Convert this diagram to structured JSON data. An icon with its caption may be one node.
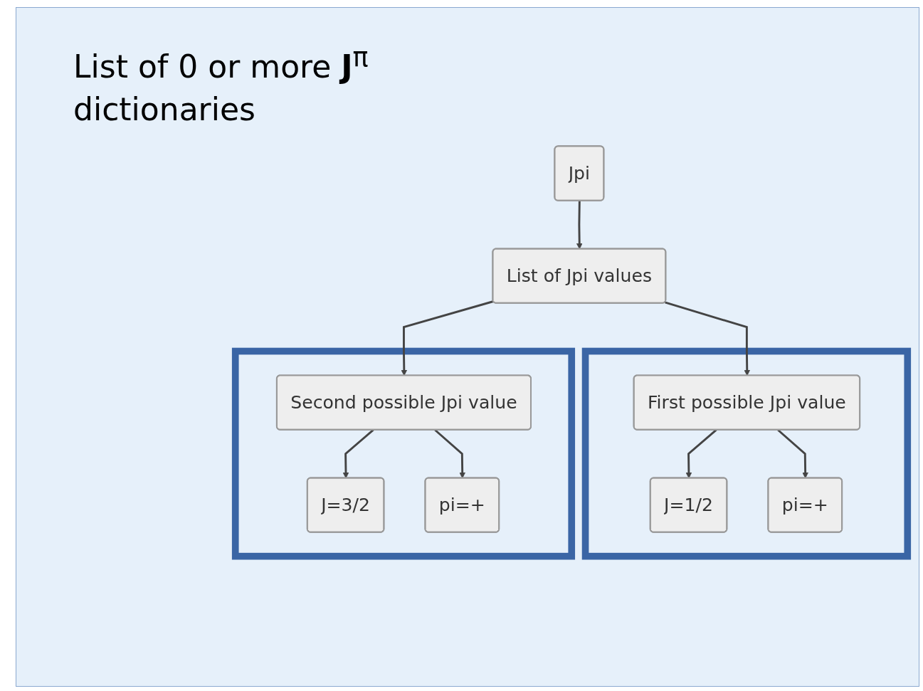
{
  "diagram": {
    "nodes": [
      {
        "text": [
          "Jpi"
        ]
      },
      {
        "text": [
          "List of Jpi values"
        ]
      },
      {
        "text": [],
        "shape": "box"
      },
      {
        "text": [
          "First possible Jpi value"
        ],
        "in": 2
      },
      {
        "text": [
          "J=1/2"
        ],
        "in": 2
      },
      {
        "text": [
          "pi=+"
        ],
        "in": 2
      },
      {
        "text": [],
        "shape": "box"
      },
      {
        "text": [
          "Second possible Jpi value"
        ],
        "in": 6
      },
      {
        "text": [
          "J=3/2"
        ],
        "in": 6
      },
      {
        "text": [
          "pi=+"
        ],
        "in": 6
      }
    ],
    "edges": [
      {
        "from": 0,
        "to": 1,
        "arrow": "to"
      },
      {
        "from": 1,
        "to": 3,
        "arrow": "to"
      },
      {
        "from": 1,
        "to": 7,
        "arrow": "to"
      },
      {
        "from": 3,
        "to": 4,
        "arrow": "to"
      },
      {
        "from": 3,
        "to": 5,
        "arrow": "to"
      },
      {
        "from": 7,
        "to": 8,
        "arrow": "to"
      },
      {
        "from": 7,
        "to": 9,
        "arrow": "to"
      }
    ],
    "labels": [
      "List of 0 or more **J**$^{π}$ dictionaries"
    ]
  }
}
